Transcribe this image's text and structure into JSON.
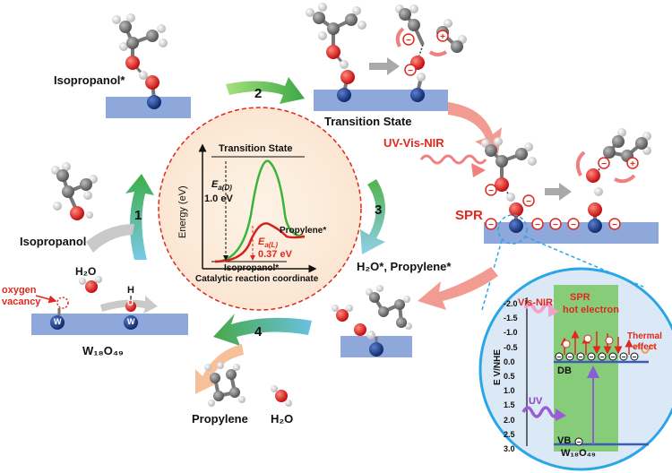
{
  "labels": {
    "isopropanol_star": "Isopropanol*",
    "transition_state": "Transition State",
    "isopropanol": "Isopropanol",
    "h2o_propylene_star": "H₂O*, Propylene*",
    "propylene": "Propylene",
    "h2o": "H₂O",
    "h2o_top": "H₂O",
    "w18o49": "W₁₈O₄₉",
    "oxygen_vacancy": "oxygen\nvacancy",
    "uv_vis_nir": "UV-Vis-NIR",
    "spr": "SPR",
    "w_atom": "W",
    "h_atom": "H",
    "o_atom": "O"
  },
  "steps": [
    "1",
    "2",
    "3",
    "4"
  ],
  "energy_diagram": {
    "title": "Transition State",
    "y_label": "Energy (eV)",
    "x_label": "Catalytic reaction coordinate",
    "start_state": "Isopropanol*",
    "end_state": "Propylene*",
    "ea_dark_label": "E",
    "ea_dark_sub": "a(D)",
    "ea_dark_value": "1.0 eV",
    "ea_light_label": "E",
    "ea_light_sub": "a(L)",
    "ea_light_value": "0.37 eV"
  },
  "band_diagram": {
    "y_label": "E V/NHE",
    "ticks": [
      "-2.0",
      "-1.5",
      "-1.0",
      "-0.5",
      "0.0",
      "0.5",
      "1.0",
      "1.5",
      "2.0",
      "2.5",
      "3.0"
    ],
    "vis_nir": "Vis-NIR",
    "uv": "UV",
    "spr_line1": "SPR",
    "spr_line2": "hot electron",
    "thermal_line1": "Thermal",
    "thermal_line2": "effect",
    "db": "DB",
    "vb": "VB",
    "material": "W₁₈O₄₉"
  },
  "colors": {
    "substrate": "#8fa8dc",
    "arrow_green": "#6cc24a",
    "arrow_red": "#f08080",
    "oxygen": "#e01818",
    "carbon": "#6e6e6e",
    "tungsten": "#1b3f8f",
    "band_green": "#7cc96a",
    "circle_bg": "#dbe9f7"
  }
}
